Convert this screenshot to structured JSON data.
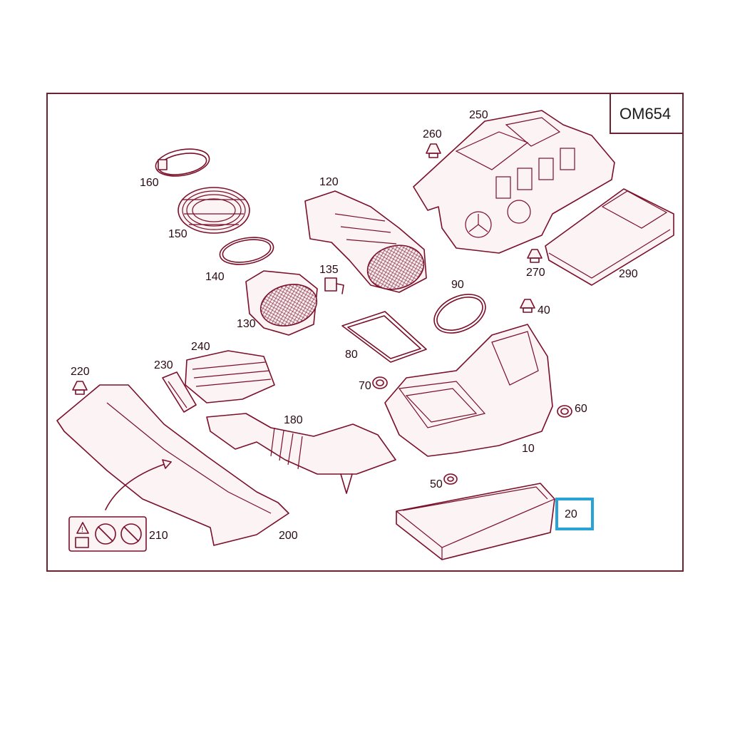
{
  "diagram": {
    "engine_code": "OM654",
    "highlight_color": "#29a3d6",
    "line_color": "#7a0f2a",
    "highlighted_part": "20",
    "parts": [
      {
        "id": "p10",
        "number": "10"
      },
      {
        "id": "p20",
        "number": "20"
      },
      {
        "id": "p40",
        "number": "40"
      },
      {
        "id": "p50",
        "number": "50"
      },
      {
        "id": "p60",
        "number": "60"
      },
      {
        "id": "p70",
        "number": "70"
      },
      {
        "id": "p80",
        "number": "80"
      },
      {
        "id": "p90",
        "number": "90"
      },
      {
        "id": "p120",
        "number": "120"
      },
      {
        "id": "p130",
        "number": "130"
      },
      {
        "id": "p135",
        "number": "135"
      },
      {
        "id": "p140",
        "number": "140"
      },
      {
        "id": "p150",
        "number": "150"
      },
      {
        "id": "p160",
        "number": "160"
      },
      {
        "id": "p180",
        "number": "180"
      },
      {
        "id": "p200",
        "number": "200"
      },
      {
        "id": "p210",
        "number": "210"
      },
      {
        "id": "p220",
        "number": "220"
      },
      {
        "id": "p230",
        "number": "230"
      },
      {
        "id": "p240",
        "number": "240"
      },
      {
        "id": "p250",
        "number": "250"
      },
      {
        "id": "p260",
        "number": "260"
      },
      {
        "id": "p270",
        "number": "270"
      },
      {
        "id": "p290",
        "number": "290"
      }
    ],
    "icons": [
      "warning-triangle-icon",
      "manual-book-icon",
      "no-hand-icon",
      "no-tool-icon"
    ]
  }
}
